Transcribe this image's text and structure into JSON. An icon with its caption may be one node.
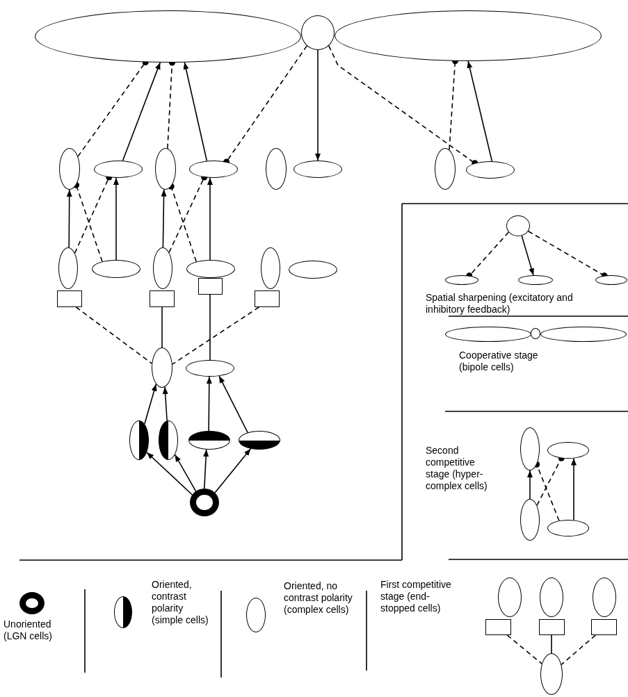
{
  "diagram": {
    "nodes": [
      {
        "text": [],
        "shape": "ellipse"
      },
      {
        "text": [],
        "shape": "circle"
      },
      {
        "text": [],
        "shape": "ellipse"
      },
      {
        "text": [],
        "shape": "ellipse"
      },
      {
        "text": [],
        "shape": "ellipse"
      },
      {
        "text": [],
        "shape": "ellipse"
      },
      {
        "text": [],
        "shape": "ellipse"
      },
      {
        "text": [],
        "shape": "ellipse"
      },
      {
        "text": [],
        "shape": "ellipse"
      },
      {
        "text": [],
        "shape": "ellipse"
      },
      {
        "text": [],
        "shape": "ellipse"
      },
      {
        "text": [],
        "shape": "ellipse"
      },
      {
        "text": [],
        "shape": "ellipse"
      },
      {
        "text": [],
        "shape": "ellipse"
      },
      {
        "text": [],
        "shape": "ellipse"
      },
      {
        "text": [],
        "shape": "ellipse"
      },
      {
        "text": [],
        "shape": "ellipse"
      },
      {
        "text": [],
        "shape": "box"
      },
      {
        "text": [],
        "shape": "box"
      },
      {
        "text": [],
        "shape": "box"
      },
      {
        "text": [],
        "shape": "box"
      },
      {
        "text": [],
        "shape": "ellipse"
      },
      {
        "text": [],
        "shape": "ellipse"
      },
      {
        "text": [],
        "shape": "ellipse"
      },
      {
        "text": [],
        "shape": "ellipse"
      },
      {
        "text": [],
        "shape": "ellipse"
      },
      {
        "text": [],
        "shape": "ellipse"
      },
      {
        "text": [],
        "shape": "ring"
      },
      {
        "text": [],
        "shape": "ellipse"
      },
      {
        "text": [],
        "shape": "ellipse"
      },
      {
        "text": [],
        "shape": "ellipse"
      },
      {
        "text": [],
        "shape": "ellipse"
      },
      {
        "text": [],
        "shape": "ellipse"
      },
      {
        "text": [],
        "shape": "circle"
      },
      {
        "text": [],
        "shape": "ellipse"
      },
      {
        "text": [],
        "shape": "ellipse"
      },
      {
        "text": [],
        "shape": "ellipse"
      },
      {
        "text": [],
        "shape": "ellipse"
      },
      {
        "text": [],
        "shape": "ellipse"
      },
      {
        "text": [],
        "shape": "ellipse"
      },
      {
        "text": [],
        "shape": "ellipse"
      },
      {
        "text": [],
        "shape": "ellipse"
      },
      {
        "text": [],
        "shape": "box"
      },
      {
        "text": [],
        "shape": "box"
      },
      {
        "text": [],
        "shape": "box"
      },
      {
        "text": [],
        "shape": "ellipse"
      }
    ],
    "edges": [
      {
        "from": 3,
        "to": 0,
        "arrow": "other",
        "style": "dashed"
      },
      {
        "from": 4,
        "to": 0,
        "arrow": "to"
      },
      {
        "from": 5,
        "to": 0,
        "arrow": "other",
        "style": "dashed"
      },
      {
        "from": 6,
        "to": 0,
        "arrow": "to"
      },
      {
        "from": 1,
        "to": 6,
        "arrow": "other",
        "style": "dashed"
      },
      {
        "from": 1,
        "to": 8,
        "arrow": "to"
      },
      {
        "from": 1,
        "to": 10,
        "arrow": "other",
        "style": "dashed"
      },
      {
        "from": 9,
        "to": 2,
        "arrow": "other",
        "style": "dashed"
      },
      {
        "from": 10,
        "to": 2,
        "arrow": "to"
      },
      {
        "from": 11,
        "to": 3,
        "arrow": "to"
      },
      {
        "from": 12,
        "to": 3,
        "arrow": "other",
        "style": "dashed"
      },
      {
        "from": 11,
        "to": 4,
        "arrow": "other",
        "style": "dashed"
      },
      {
        "from": 12,
        "to": 4,
        "arrow": "to"
      },
      {
        "from": 13,
        "to": 5,
        "arrow": "to"
      },
      {
        "from": 14,
        "to": 5,
        "arrow": "other",
        "style": "dashed"
      },
      {
        "from": 13,
        "to": 6,
        "arrow": "other",
        "style": "dashed"
      },
      {
        "from": 14,
        "to": 6,
        "arrow": "to"
      },
      {
        "from": 17,
        "to": 21,
        "arrow": "none",
        "style": "dashed"
      },
      {
        "from": 18,
        "to": 21,
        "arrow": "none"
      },
      {
        "from": 20,
        "to": 21,
        "arrow": "none",
        "style": "dashed"
      },
      {
        "from": 19,
        "to": 22,
        "arrow": "none"
      },
      {
        "from": 23,
        "to": 21,
        "arrow": "to"
      },
      {
        "from": 24,
        "to": 21,
        "arrow": "to"
      },
      {
        "from": 25,
        "to": 22,
        "arrow": "to"
      },
      {
        "from": 26,
        "to": 22,
        "arrow": "to"
      },
      {
        "from": 27,
        "to": 23,
        "arrow": "to"
      },
      {
        "from": 27,
        "to": 24,
        "arrow": "to"
      },
      {
        "from": 27,
        "to": 25,
        "arrow": "to"
      },
      {
        "from": 27,
        "to": 26,
        "arrow": "to"
      },
      {
        "from": 28,
        "to": 29,
        "arrow": "other",
        "style": "dashed"
      },
      {
        "from": 28,
        "to": 30,
        "arrow": "to"
      },
      {
        "from": 28,
        "to": 31,
        "arrow": "other",
        "style": "dashed"
      },
      {
        "from": 37,
        "to": 35,
        "arrow": "to"
      },
      {
        "from": 38,
        "to": 35,
        "arrow": "other",
        "style": "dashed"
      },
      {
        "from": 37,
        "to": 36,
        "arrow": "other",
        "style": "dashed"
      },
      {
        "from": 38,
        "to": 36,
        "arrow": "to"
      },
      {
        "from": 42,
        "to": 45,
        "arrow": "none",
        "style": "dashed"
      },
      {
        "from": 43,
        "to": 45,
        "arrow": "none"
      },
      {
        "from": 44,
        "to": 45,
        "arrow": "none",
        "style": "dashed"
      }
    ],
    "labels": [
      "Spatial sharpening (excitatory and inhibitory feedback)",
      "Cooperative stage (bipole cells)",
      "Second competitive stage (hyper-complex cells)",
      "First competitive stage (end-stopped cells)"
    ],
    "legend": [
      {
        "text": "Unoriented (LGN cells)"
      },
      {
        "text": "Oriented, contrast polarity (simple cells)"
      },
      {
        "text": "Oriented, no contrast polarity (complex cells)"
      }
    ]
  }
}
